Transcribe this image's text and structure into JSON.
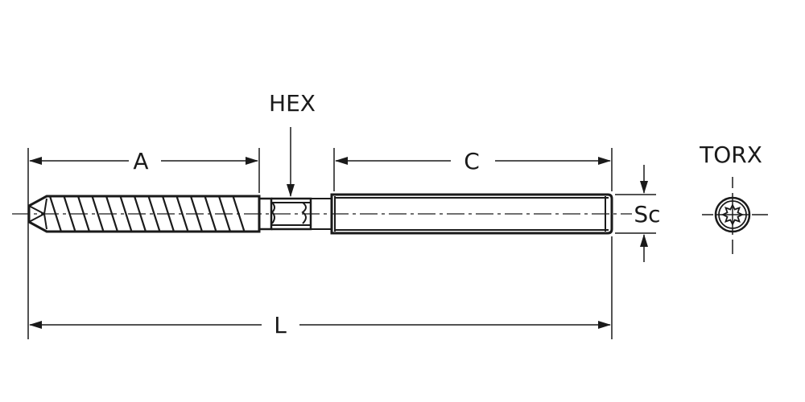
{
  "labels": {
    "hex": "HEX",
    "a": "A",
    "c": "C",
    "l": "L",
    "sc": "Sc",
    "torx": "TORX"
  },
  "colors": {
    "line": "#1a1a1a",
    "background": "#ffffff"
  }
}
